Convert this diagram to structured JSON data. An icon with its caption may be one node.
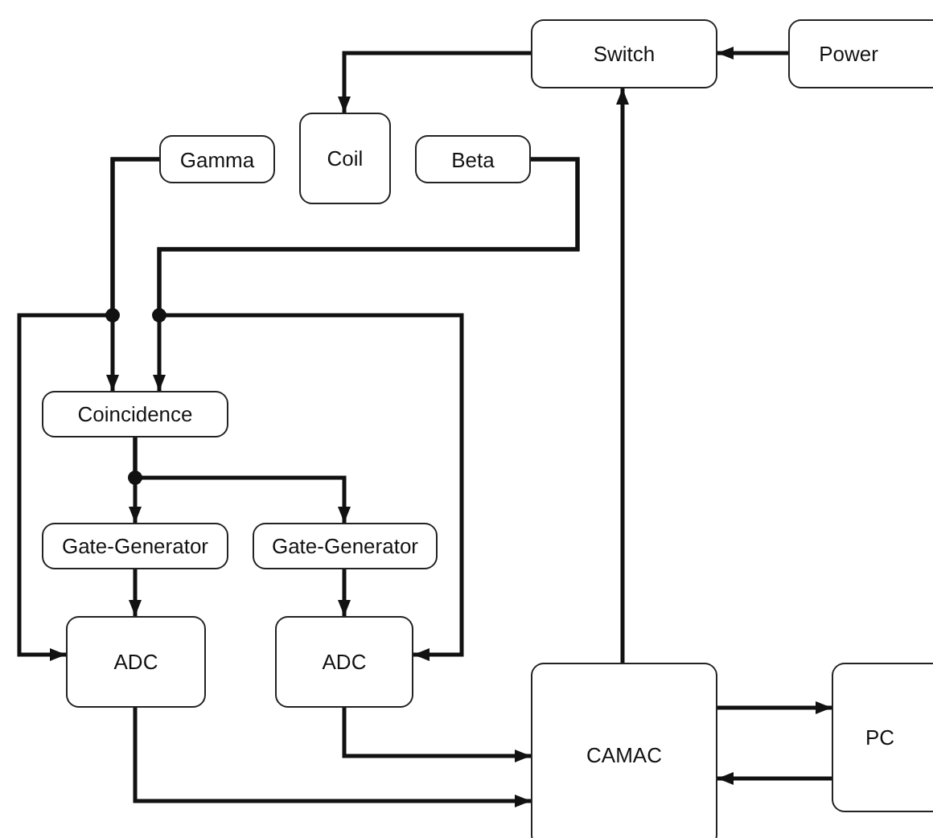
{
  "diagram": {
    "nodes": [
      {
        "text": [
          "Switch"
        ]
      },
      {
        "text": [
          "Power"
        ]
      },
      {
        "text": [
          "Gamma"
        ]
      },
      {
        "text": [
          "Coil"
        ]
      },
      {
        "text": [
          "Beta"
        ]
      },
      {
        "text": [
          "Coincidence"
        ]
      },
      {
        "text": [
          "Gate-Generator"
        ]
      },
      {
        "text": [
          "Gate-Generator"
        ]
      },
      {
        "text": [
          "ADC"
        ]
      },
      {
        "text": [
          "ADC"
        ]
      },
      {
        "text": [
          "CAMAC"
        ]
      },
      {
        "text": [
          "PC"
        ]
      }
    ],
    "edges": [
      {
        "from": 1,
        "to": 0,
        "arrow": "to"
      },
      {
        "from": 0,
        "to": 3,
        "arrow": "to"
      },
      {
        "from": 10,
        "to": 0,
        "arrow": "to"
      },
      {
        "from": 2,
        "to": 5,
        "arrow": "to"
      },
      {
        "from": 2,
        "to": 8,
        "arrow": "to"
      },
      {
        "from": 4,
        "to": 5,
        "arrow": "to"
      },
      {
        "from": 4,
        "to": 9,
        "arrow": "to"
      },
      {
        "from": 5,
        "to": 6,
        "arrow": "to"
      },
      {
        "from": 5,
        "to": 7,
        "arrow": "to"
      },
      {
        "from": 6,
        "to": 8,
        "arrow": "to"
      },
      {
        "from": 7,
        "to": 9,
        "arrow": "to"
      },
      {
        "from": 8,
        "to": 10,
        "arrow": "to"
      },
      {
        "from": 9,
        "to": 10,
        "arrow": "to"
      },
      {
        "from": 10,
        "to": 11,
        "arrow": "to"
      },
      {
        "from": 11,
        "to": 10,
        "arrow": "to"
      }
    ]
  }
}
